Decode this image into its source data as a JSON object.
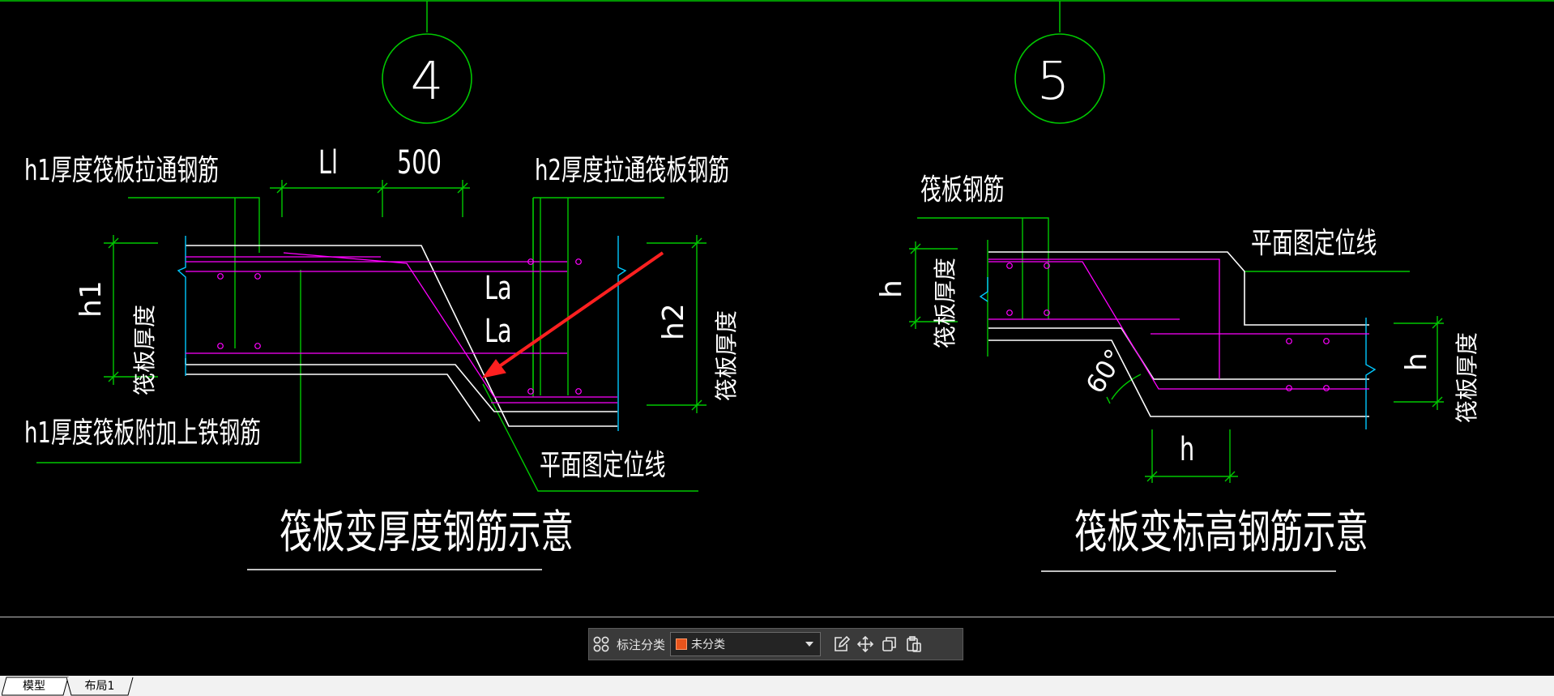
{
  "drawing": {
    "detail4": {
      "number": "4",
      "label_h1_through": "h1厚度筏板拉通钢筋",
      "label_h2_through": "h2厚度拉通筏板钢筋",
      "label_h1_additional": "h1厚度筏板附加上铁钢筋",
      "label_plan_line": "平面图定位线",
      "dim_ll": "Ll",
      "dim_500": "500",
      "label_la_1": "La",
      "label_la_2": "La",
      "dim_h1": "h1",
      "dim_h2": "h2",
      "label_thickness_left": "筏板厚度",
      "label_thickness_right": "筏板厚度",
      "title": "筏板变厚度钢筋示意"
    },
    "detail5": {
      "number": "5",
      "label_rebar": "筏板钢筋",
      "label_plan_line": "平面图定位线",
      "dim_h_left": "h",
      "dim_h_right": "h",
      "dim_h_bottom": "h",
      "angle": "60°",
      "label_thickness_left": "筏板厚度",
      "label_thickness_right": "筏板厚度",
      "title": "筏板变标高钢筋示意"
    }
  },
  "toolbar": {
    "category_label": "标注分类",
    "category_value": "未分类",
    "swatch_color": "#e8541c",
    "icons": [
      "grid-icon",
      "edit-icon",
      "move-icon",
      "copy-icon",
      "paste-icon"
    ]
  },
  "tabs": [
    {
      "label": "模型",
      "active": true
    },
    {
      "label": "布局1",
      "active": false
    }
  ],
  "colors": {
    "background": "#000000",
    "green": "#00c800",
    "magenta": "#ff00ff",
    "cyan": "#00c8ff",
    "white": "#ffffff",
    "arrow": "#ff2020"
  }
}
